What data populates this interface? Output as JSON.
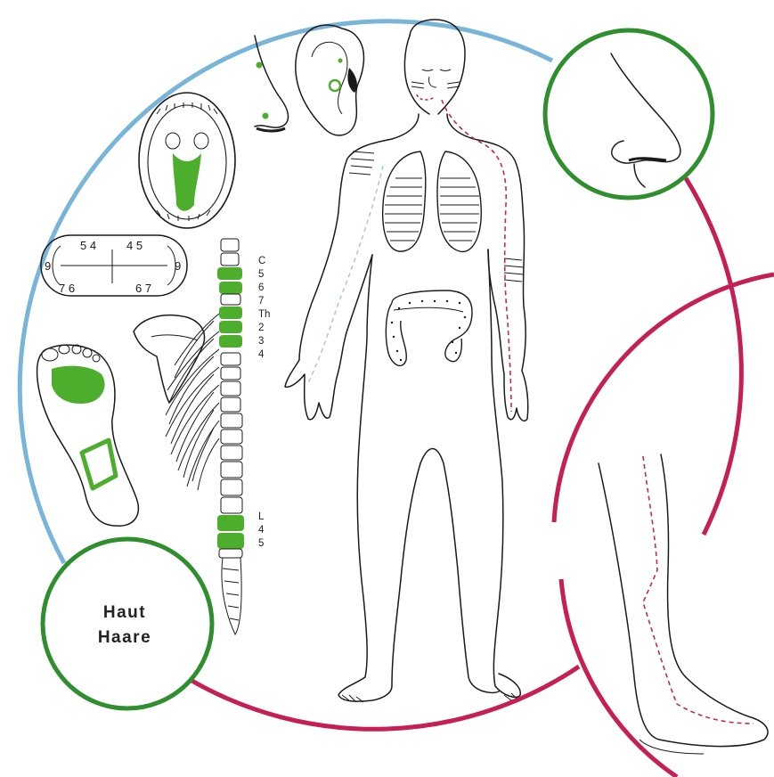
{
  "colors": {
    "blue_ring": "#79b5d9",
    "crimson_ring": "#c51f55",
    "green_ring": "#2f8f2f",
    "green_fill": "#4cae2c",
    "nerve_red": "#c8284a",
    "ink": "#1a1a1a"
  },
  "spine_labels": {
    "cervical": "C",
    "c5": "5",
    "c6": "6",
    "c7": "7",
    "thoracic": "Th",
    "th2": "2",
    "th3": "3",
    "th4": "4",
    "lumbar": "L",
    "l4": "4",
    "l5": "5"
  },
  "foot_zone_numbers": {
    "top_left": "5 4",
    "top_right": "4 5",
    "left": "9",
    "right": "9",
    "bottom_left": "7 6",
    "bottom_right": "6 7"
  },
  "skin_circle": {
    "line1": "Haut",
    "line2": "Haare"
  },
  "icons": [
    "body-outline-icon",
    "nose-profile-icon",
    "ear-icon",
    "open-mouth-icon",
    "foot-sole-icon",
    "ear-zone-diagram-icon",
    "spine-icon",
    "ribcage-icon",
    "leg-icon"
  ]
}
